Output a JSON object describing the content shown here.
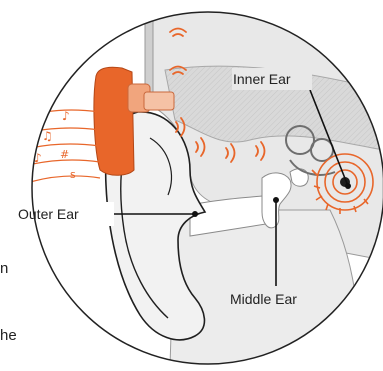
{
  "labels": {
    "inner_ear": "Inner Ear",
    "outer_ear": "Outer Ear",
    "middle_ear": "Middle Ear"
  },
  "edge_text": {
    "line1": "n",
    "line2": "he"
  },
  "colors": {
    "accent": "#e8662a",
    "outline": "#222222",
    "skin_fill": "#e6e6e6",
    "background": "#ffffff"
  },
  "icons": [
    "music-note-icon",
    "sound-wave-icon",
    "bone-conduction-headphone-icon",
    "cochlea-icon"
  ]
}
